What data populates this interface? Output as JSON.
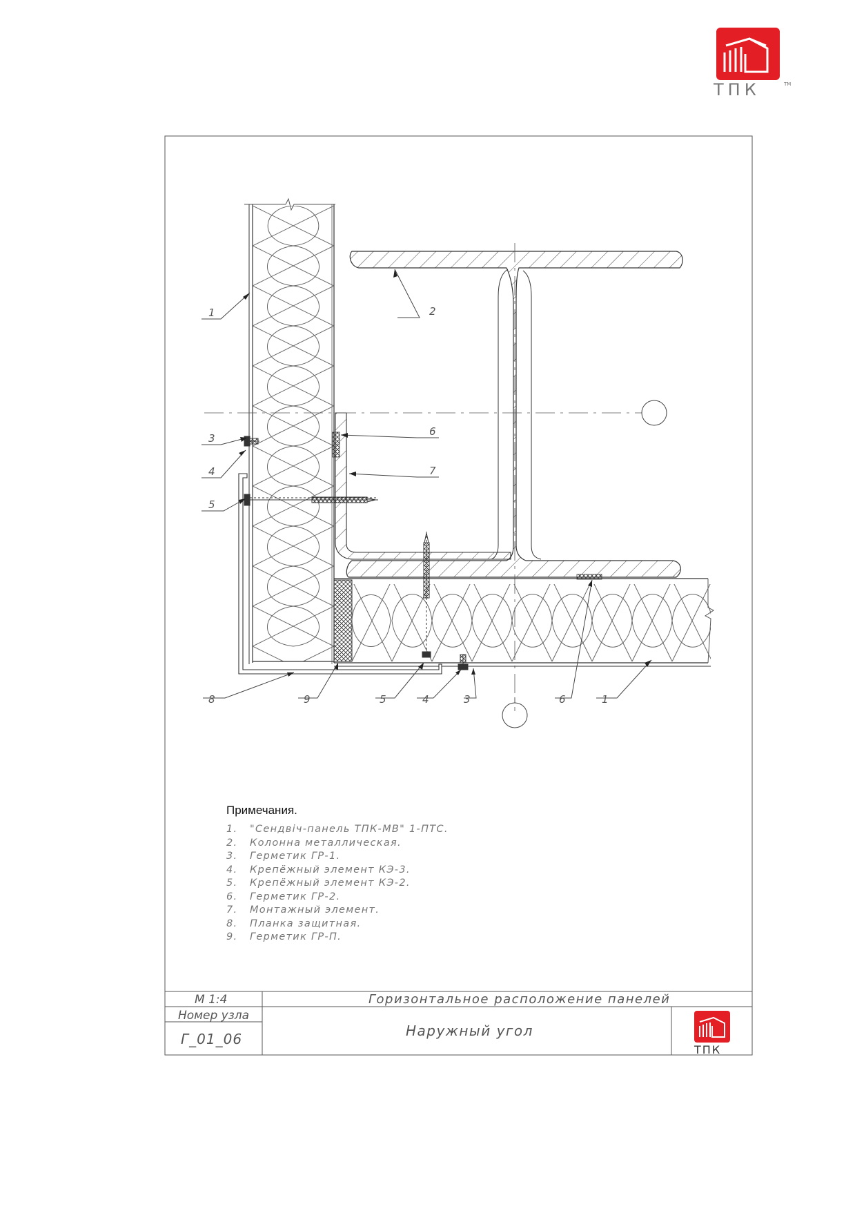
{
  "brand": {
    "name": "ТПК",
    "red": "#e31e24"
  },
  "drawing": {
    "callouts_left": [
      "1",
      "3",
      "4",
      "5"
    ],
    "callouts_right": [
      "2",
      "6",
      "7"
    ],
    "callouts_bottom": [
      "8",
      "9",
      "5",
      "4",
      "3",
      "6",
      "1"
    ]
  },
  "notes": {
    "title": "Примечания.",
    "items": [
      {
        "num": "1.",
        "text": "\"Сендвіч-панель ТПК-МВ\" 1-ПТС."
      },
      {
        "num": "2.",
        "text": "Колонна металлическая."
      },
      {
        "num": "3.",
        "text": "Герметик ГР-1."
      },
      {
        "num": "4.",
        "text": "Крепёжный элемент КЭ-3."
      },
      {
        "num": "5.",
        "text": "Крепёжный элемент КЭ-2."
      },
      {
        "num": "6.",
        "text": "Герметик ГР-2."
      },
      {
        "num": "7.",
        "text": "Монтажный элемент."
      },
      {
        "num": "8.",
        "text": "Планка защитная."
      },
      {
        "num": "9.",
        "text": "Герметик ГР-П."
      }
    ]
  },
  "title_block": {
    "scale": "М 1:4",
    "node_label": "Номер узла",
    "node_number": "Г_01_06",
    "series_title": "Горизонтальное расположение панелей",
    "drawing_title": "Наружный угол",
    "logo_text": "ТПК"
  }
}
